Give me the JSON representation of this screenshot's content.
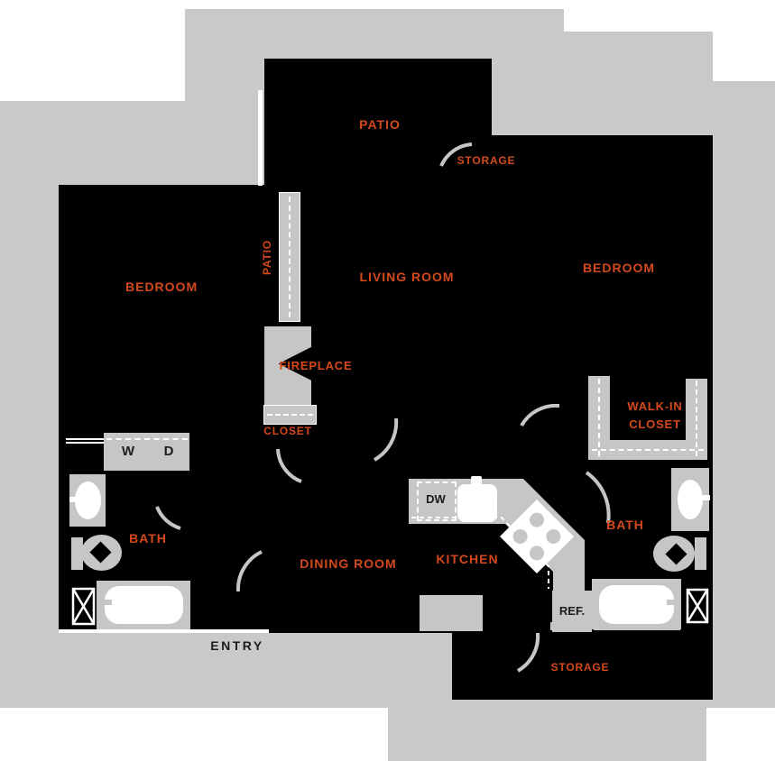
{
  "palette": {
    "background": "#ffffff",
    "site_gray": "#c9c9c9",
    "room_black": "#000000",
    "fixture_gray": "#c6c6c6",
    "label_orange": "#d4491b",
    "dark_text": "#1d1d1d"
  },
  "labels": {
    "patio": "PATIO",
    "storage_upper": "STORAGE",
    "bedroom_left": "BEDROOM",
    "bedroom_right": "BEDROOM",
    "living_room": "LIVING ROOM",
    "fireplace": "FIREPLACE",
    "patio_door": "PATIO",
    "closet": "CLOSET",
    "washer": "W",
    "dryer": "D",
    "bath_left": "BATH",
    "bath_right": "BATH",
    "walk_in_line1": "WALK-IN",
    "walk_in_line2": "CLOSET",
    "dishwasher": "DW",
    "kitchen": "KITCHEN",
    "dining_room": "DINING ROOM",
    "refrigerator": "REF.",
    "entry": "ENTRY",
    "storage_lower": "STORAGE"
  }
}
